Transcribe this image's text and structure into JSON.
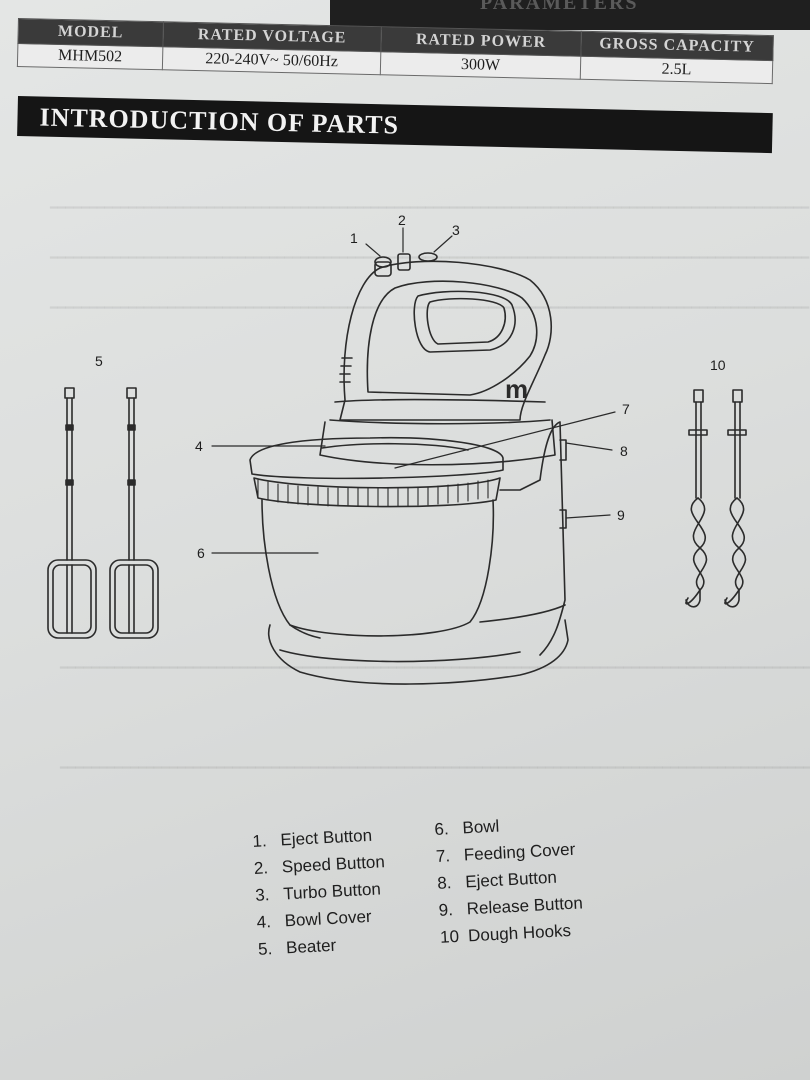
{
  "header_fragment": "PARAMETERS",
  "spec_table": {
    "headers": [
      "MODEL",
      "RATED VOLTAGE",
      "RATED POWER",
      "GROSS CAPACITY"
    ],
    "values": [
      "MHM502",
      "220-240V~ 50/60Hz",
      "300W",
      "2.5L"
    ]
  },
  "section_title": "INTRODUCTION OF PARTS",
  "brand_logo": "m",
  "callouts": [
    "1",
    "2",
    "3",
    "4",
    "5",
    "6",
    "7",
    "8",
    "9",
    "10"
  ],
  "parts": [
    {
      "num": "1.",
      "label": "Eject Button"
    },
    {
      "num": "2.",
      "label": "Speed Button"
    },
    {
      "num": "3.",
      "label": "Turbo Button"
    },
    {
      "num": "4.",
      "label": "Bowl Cover"
    },
    {
      "num": "5.",
      "label": "Beater"
    },
    {
      "num": "6.",
      "label": "Bowl"
    },
    {
      "num": "7.",
      "label": "Feeding Cover"
    },
    {
      "num": "8.",
      "label": "Eject Button"
    },
    {
      "num": "9.",
      "label": "Release Button"
    },
    {
      "num": "10",
      "label": "Dough Hooks"
    }
  ]
}
